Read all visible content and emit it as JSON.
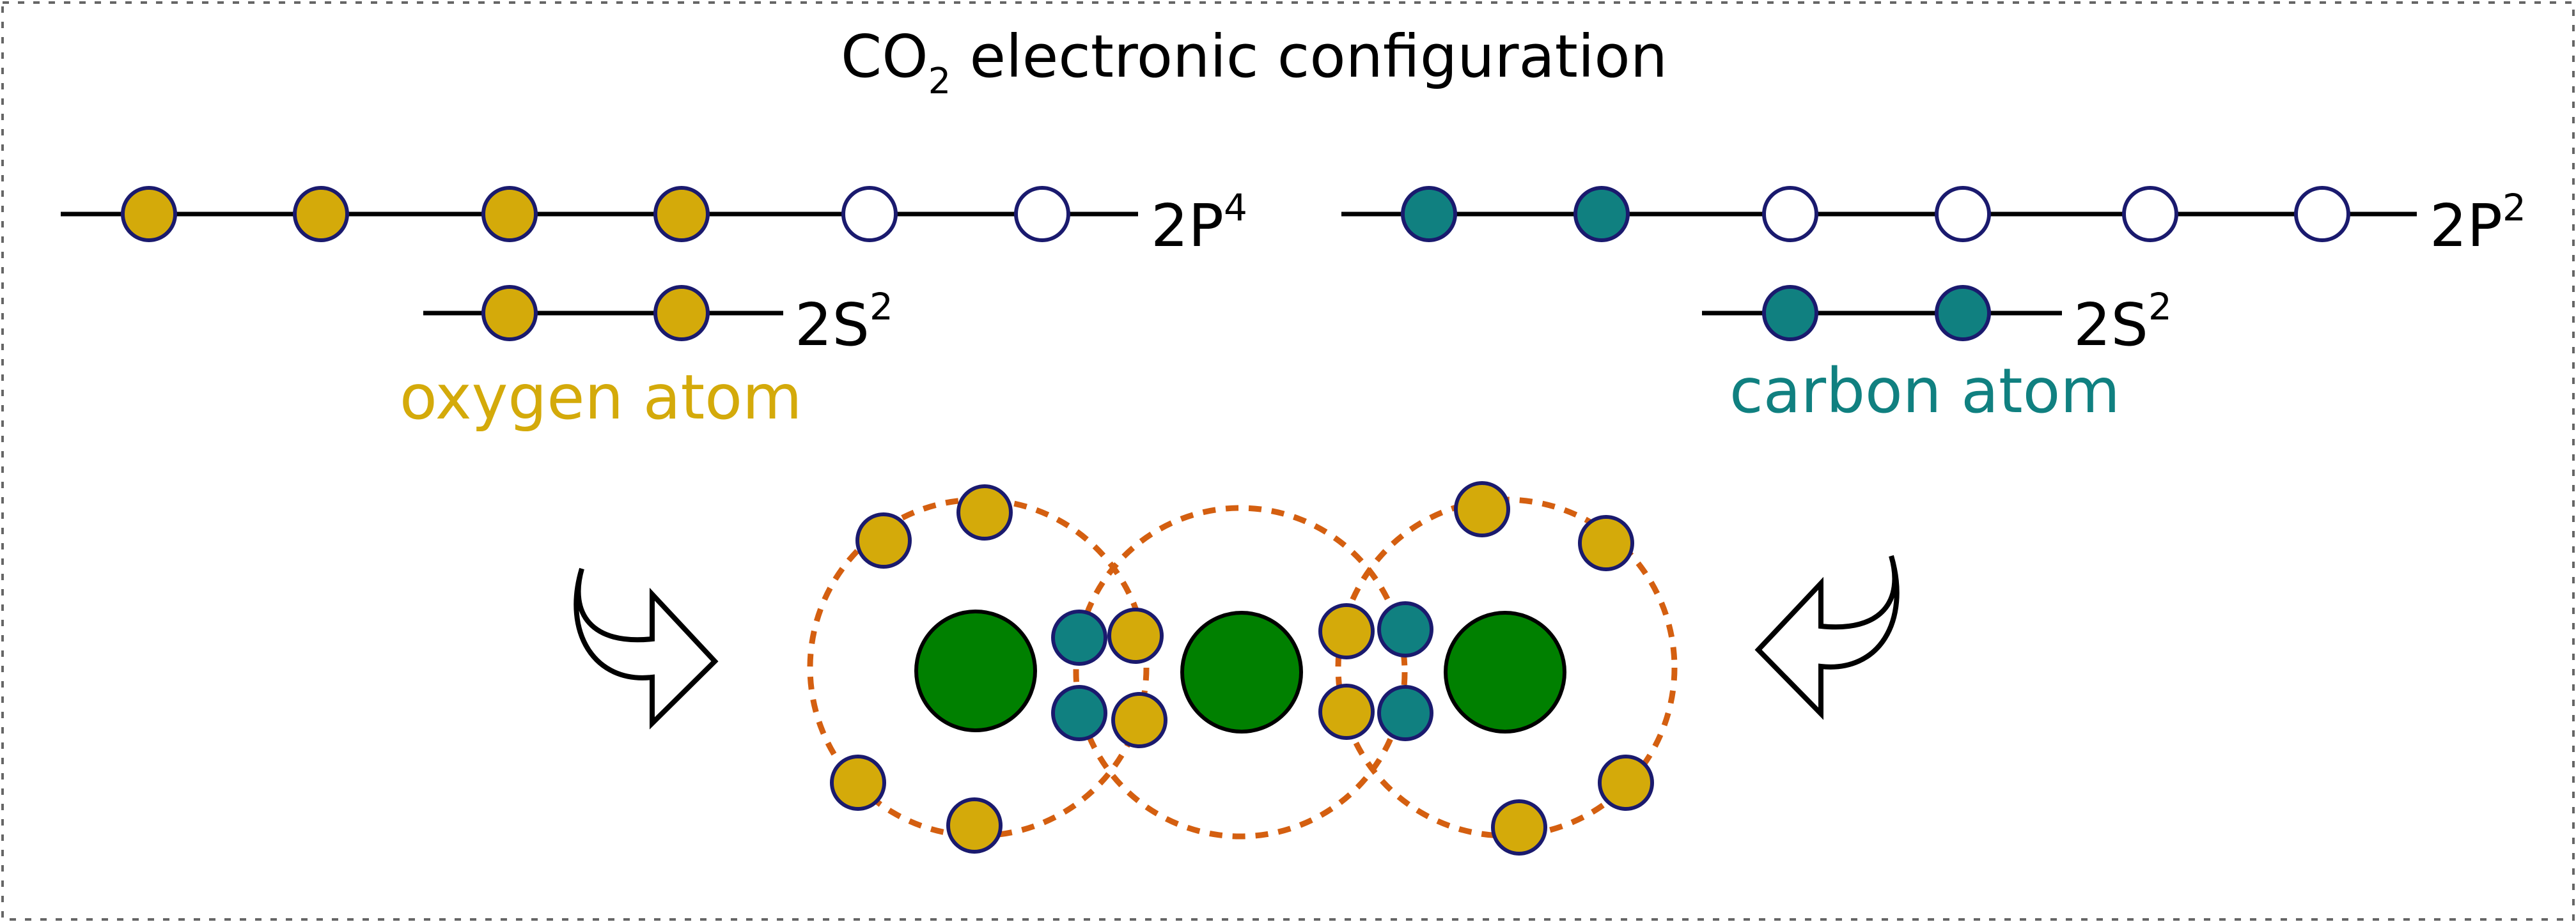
{
  "title": {
    "prefix": "CO",
    "subscript": "2",
    "suffix": " electronic configuration"
  },
  "oxygen": {
    "label": "oxygen atom",
    "color": "#d4aa0a",
    "p_level": {
      "base": "2P",
      "sup": "4",
      "filled": 4,
      "slots": 6
    },
    "s_level": {
      "base": "2S",
      "sup": "2",
      "filled": 2,
      "slots": 2
    }
  },
  "carbon": {
    "label": "carbon atom",
    "color": "#108080",
    "p_level": {
      "base": "2P",
      "sup": "2",
      "filled": 2,
      "slots": 6
    },
    "s_level": {
      "base": "2S",
      "sup": "2",
      "filled": 2,
      "slots": 2
    }
  },
  "colors": {
    "nucleus": "#008000",
    "orbit": "#d45f10",
    "electron_outline": "#1a1a6e",
    "line": "#000000",
    "border": "#666666"
  }
}
